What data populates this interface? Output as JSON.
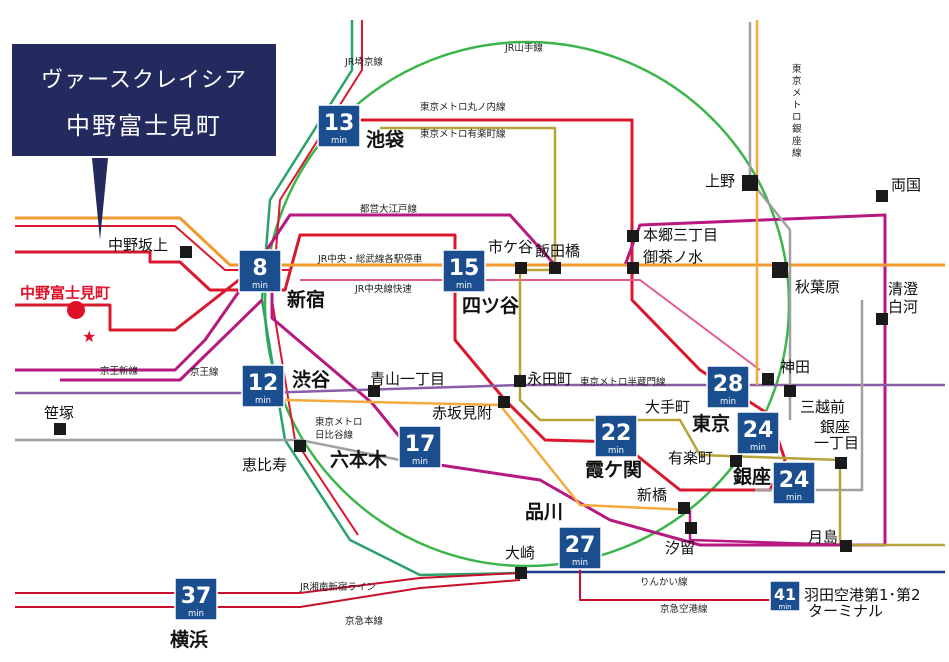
{
  "banner": {
    "line1": "ヴァースクレイシア",
    "line2": "中野富士見町"
  },
  "home": {
    "label": "中野富士見町",
    "color": "#e0102a"
  },
  "lines": {
    "jr_saikyo": "JR埼京線",
    "jr_yamanote": "JR山手線",
    "marunouchi": "東京メトロ丸ノ内線",
    "yurakucho": "東京メトロ有楽町線",
    "oedo": "都営大江戸線",
    "chuo_sobu": "JR中央・総武線各駅停車",
    "chuo_rapid": "JR中央線快速",
    "keio_new": "京王新線",
    "keio": "京王線",
    "hanzomon": "東京メトロ半蔵門線",
    "hibiya_1": "東京メトロ",
    "hibiya_2": "日比谷線",
    "ginza_v": "東京メトロ銀座線",
    "rinkai": "りんかい線",
    "shonan": "JR湘南新宿ライン",
    "keikyu_main": "京急本線",
    "keikyu_airport": "京急空港線"
  },
  "stations": {
    "nakanosakaue": "中野坂上",
    "ikebukuro": "池袋",
    "shinjuku": "新宿",
    "shibuya": "渋谷",
    "ebisu": "恵比寿",
    "roppongi": "六本木",
    "aoyama": "青山一丁目",
    "akasaka": "赤坂見附",
    "nagatacho": "永田町",
    "ichigaya": "市ケ谷",
    "iidabashi": "飯田橋",
    "yotsuya": "四ツ谷",
    "hongo": "本郷三丁目",
    "ochanomizu": "御茶ノ水",
    "ueno": "上野",
    "ryogoku": "両国",
    "akihabara": "秋葉原",
    "kiyosumi_1": "清澄",
    "kiyosumi_2": "白河",
    "kanda": "神田",
    "mitsukoshi": "三越前",
    "otemachi": "大手町",
    "tokyo": "東京",
    "yurakucho_st": "有楽町",
    "ginza": "銀座",
    "ginza1_1": "銀座",
    "ginza1_2": "一丁目",
    "kasumigaseki": "霞ケ関",
    "shimbashi": "新橋",
    "shiodome": "汐留",
    "tsukishima": "月島",
    "shinagawa": "品川",
    "osaki": "大崎",
    "sasazuka": "笹塚",
    "yokohama": "横浜",
    "haneda_1": "羽田空港第1･第2",
    "haneda_2": "ターミナル"
  },
  "times": {
    "ikebukuro": "13",
    "shinjuku": "8",
    "yotsuya": "15",
    "shibuya": "12",
    "roppongi": "17",
    "kasumigaseki": "22",
    "otemachi": "28",
    "tokyo": "24",
    "ginza": "24",
    "shinagawa": "27",
    "yokohama": "37",
    "haneda": "41",
    "unit": "min"
  },
  "colors": {
    "box": "#1a4e8e",
    "yamanote": "#3bb54a",
    "marunouchi": "#d9182d",
    "oedo": "#b6197f",
    "chuo": "#f29a2e",
    "hanzomon": "#8b5ca8",
    "yurakucho": "#b7a438",
    "hibiya": "#a0a0a0",
    "ginza_line": "#f3a93b",
    "rinkai": "#1b3b8a",
    "keikyu": "#c8102e"
  }
}
